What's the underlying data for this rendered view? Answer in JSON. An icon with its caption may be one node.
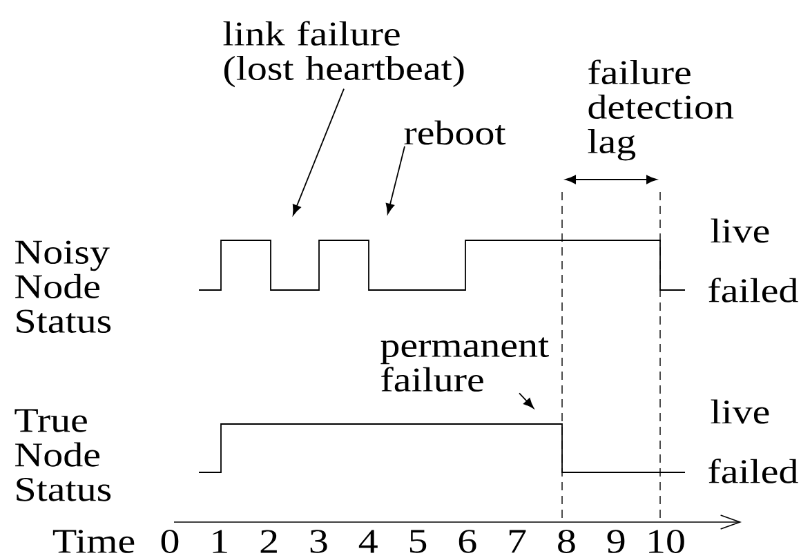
{
  "diagram": {
    "nodes": [
      {
        "text": [
          "link failure (lost heartbeat)"
        ]
      },
      {
        "text": [
          "reboot"
        ]
      },
      {
        "text": [
          "permanent failure"
        ]
      },
      {
        "text": [],
        "shape": "waveform"
      },
      {
        "text": [],
        "shape": "waveform"
      }
    ],
    "edges": [
      {
        "from": 0,
        "to": 3,
        "arrow": "to"
      },
      {
        "from": 1,
        "to": 3,
        "arrow": "to"
      },
      {
        "from": 2,
        "to": 4,
        "arrow": "to"
      }
    ],
    "labels": [
      "failure detection lag",
      "live",
      "Noisy Node Status",
      "failed",
      "True Node Status",
      "live",
      "failed",
      "Time",
      "0",
      "1",
      "2",
      "3",
      "4",
      "5",
      "6",
      "7",
      "8",
      "9",
      "10"
    ]
  }
}
